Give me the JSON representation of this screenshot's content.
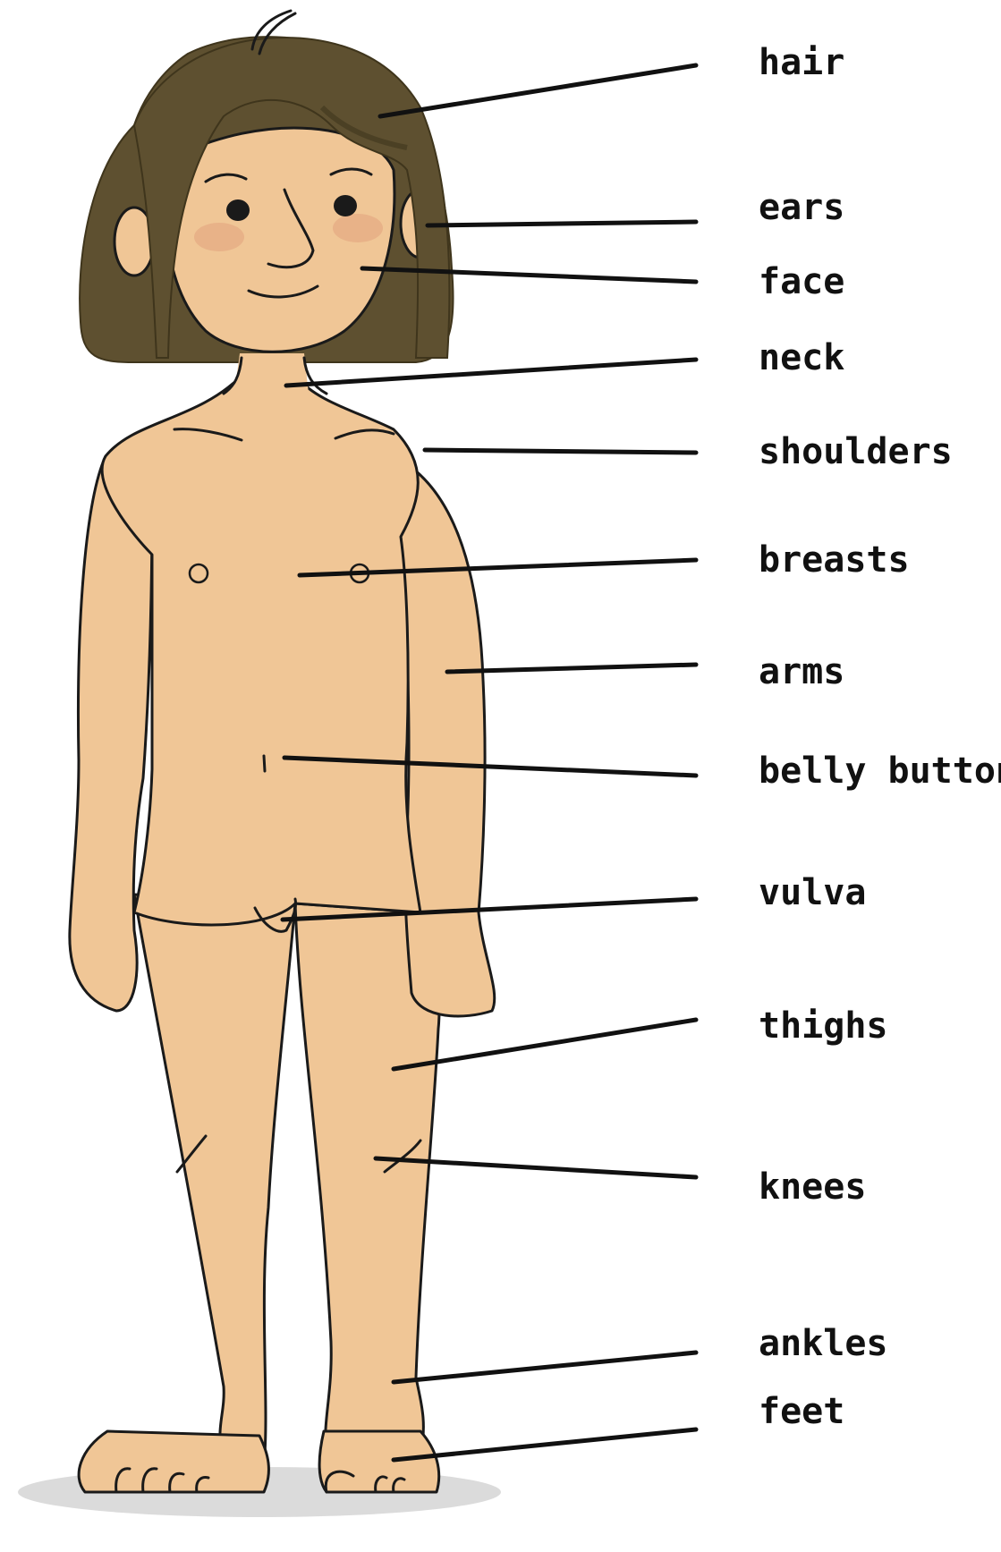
{
  "labels": [
    {
      "id": "hair",
      "text": "hair"
    },
    {
      "id": "ears",
      "text": "ears"
    },
    {
      "id": "face",
      "text": "face"
    },
    {
      "id": "neck",
      "text": "neck"
    },
    {
      "id": "shoulders",
      "text": "shoulders"
    },
    {
      "id": "breasts",
      "text": "breasts"
    },
    {
      "id": "arms",
      "text": "arms"
    },
    {
      "id": "belly-button",
      "text": "belly button"
    },
    {
      "id": "vulva",
      "text": "vulva"
    },
    {
      "id": "thighs",
      "text": "thighs"
    },
    {
      "id": "knees",
      "text": "knees"
    },
    {
      "id": "ankles",
      "text": "ankles"
    },
    {
      "id": "feet",
      "text": "feet"
    }
  ],
  "colors": {
    "skin": "#f0c696",
    "skin_shade": "#d8ab7c",
    "hair": "#5e5030",
    "hair_dark": "#3f351c",
    "outline": "#1a1a1a",
    "cheek": "#e2a27e",
    "ground": "#bdbdbd",
    "leader": "#111111",
    "text": "#111111"
  }
}
